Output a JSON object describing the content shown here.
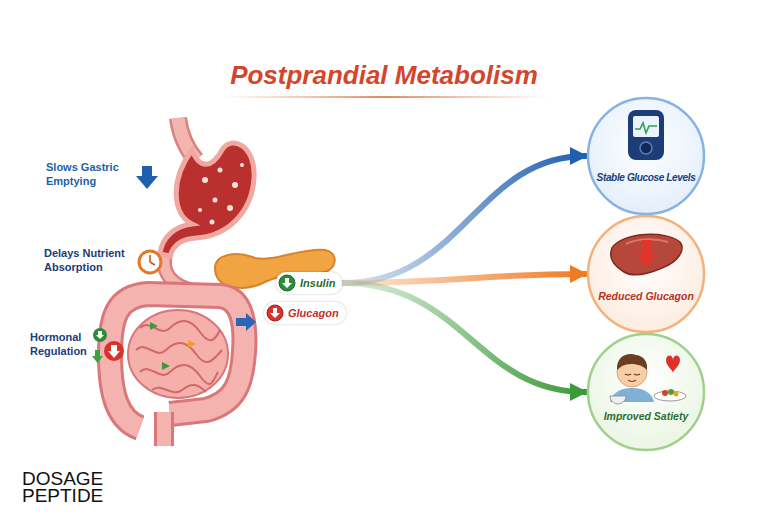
{
  "diagram": {
    "title": "Postprandial Metabolism",
    "nodes": [
      {
        "text": [
          "Insulin"
        ]
      },
      {
        "text": [
          "Glucagon"
        ]
      },
      {
        "text": [
          "Stable Glucose Levels"
        ]
      },
      {
        "text": [
          "Reduced Glucagon"
        ]
      },
      {
        "text": [
          "Improved Satiety"
        ]
      }
    ],
    "edges": [
      {
        "from": 0,
        "to": 2,
        "arrow": "to"
      },
      {
        "from": 0,
        "to": 3,
        "arrow": "to"
      },
      {
        "from": 0,
        "to": 4,
        "arrow": "to"
      }
    ],
    "labels": [
      "Slows Gastric Emptying",
      "Delays Nutrient Absorption",
      "Hormonal Regulation",
      "DOSAGE PEPTIDE"
    ]
  }
}
